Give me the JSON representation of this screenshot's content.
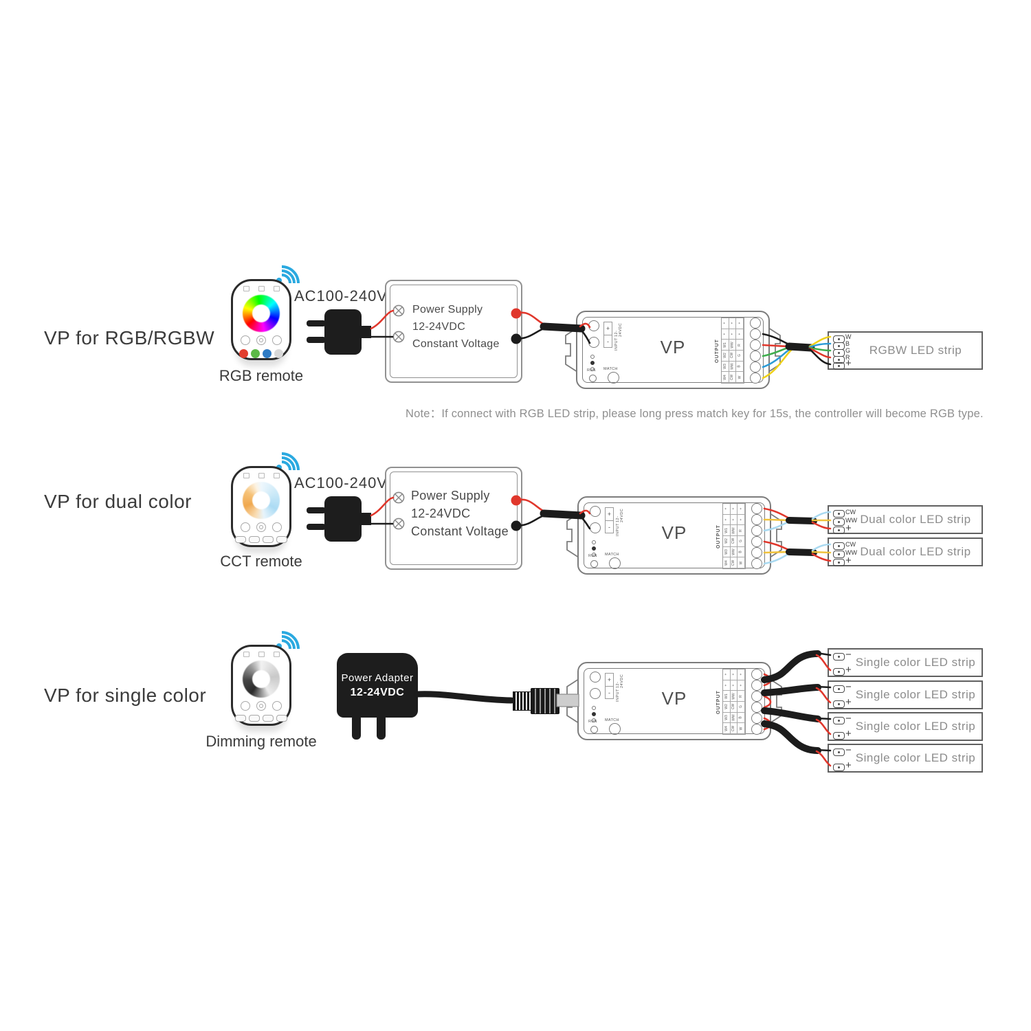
{
  "rows": [
    {
      "section_label": "VP for RGB/RGBW",
      "remote_caption": "RGB remote",
      "ac_label": "AC100-240V",
      "psu": {
        "line1": "Power Supply",
        "line2": "12-24VDC",
        "line3": "Constant Voltage"
      },
      "note": "Note：If connect with RGB LED strip, please long press match key for 15s, the controller will become RGB type.",
      "strip": {
        "label": "RGBW LED strip",
        "pads": [
          "W",
          "B",
          "G",
          "R",
          "+"
        ]
      }
    },
    {
      "section_label": "VP for dual color",
      "remote_caption": "CCT remote",
      "ac_label": "AC100-240V",
      "psu": {
        "line1": "Power Supply",
        "line2": "12-24VDC",
        "line3": "Constant Voltage"
      },
      "strips": [
        {
          "label": "Dual color LED strip",
          "pads": [
            "CW",
            "WW",
            "+"
          ]
        },
        {
          "label": "Dual color LED strip",
          "pads": [
            "CW",
            "WW",
            "+"
          ]
        }
      ]
    },
    {
      "section_label": "VP for single color",
      "remote_caption": "Dimming remote",
      "adapter": {
        "line1": "Power Adapter",
        "line2": "12-24VDC"
      },
      "strips": [
        {
          "label": "Single color LED strip",
          "pads": [
            "−",
            "+"
          ]
        },
        {
          "label": "Single color LED strip",
          "pads": [
            "−",
            "+"
          ]
        },
        {
          "label": "Single color LED strip",
          "pads": [
            "−",
            "+"
          ]
        },
        {
          "label": "Single color LED strip",
          "pads": [
            "−",
            "+"
          ]
        }
      ]
    }
  ],
  "controller": {
    "name": "VP",
    "input": {
      "label": "INPUT",
      "voltage": "12-24VDC",
      "plus": "+",
      "minus": "-"
    },
    "buttons": {
      "run": "RUN",
      "match": "MATCH"
    },
    "output": {
      "label": "OUTPUT",
      "grid": [
        [
          "+",
          "+",
          "+"
        ],
        [
          "+",
          "+",
          "+"
        ],
        [
          "W1",
          "WW",
          "R"
        ],
        [
          "W2",
          "CW",
          "G"
        ],
        [
          "W3",
          "WW",
          "B"
        ],
        [
          "W4",
          "CW",
          "W"
        ]
      ]
    }
  },
  "colors": {
    "wifi_blue": "#2aa9e0",
    "wire_red": "#e0372c",
    "wire_black": "#1c1c1c",
    "wire_green": "#3fae4e",
    "wire_blue": "#2d9bd6",
    "wire_yellow": "#efd11c",
    "wire_warm_white": "#f0c23c",
    "wire_cool_white": "#a9d9f0",
    "outline_gray": "#7c7c7c",
    "text_gray": "#8f8f8f"
  }
}
